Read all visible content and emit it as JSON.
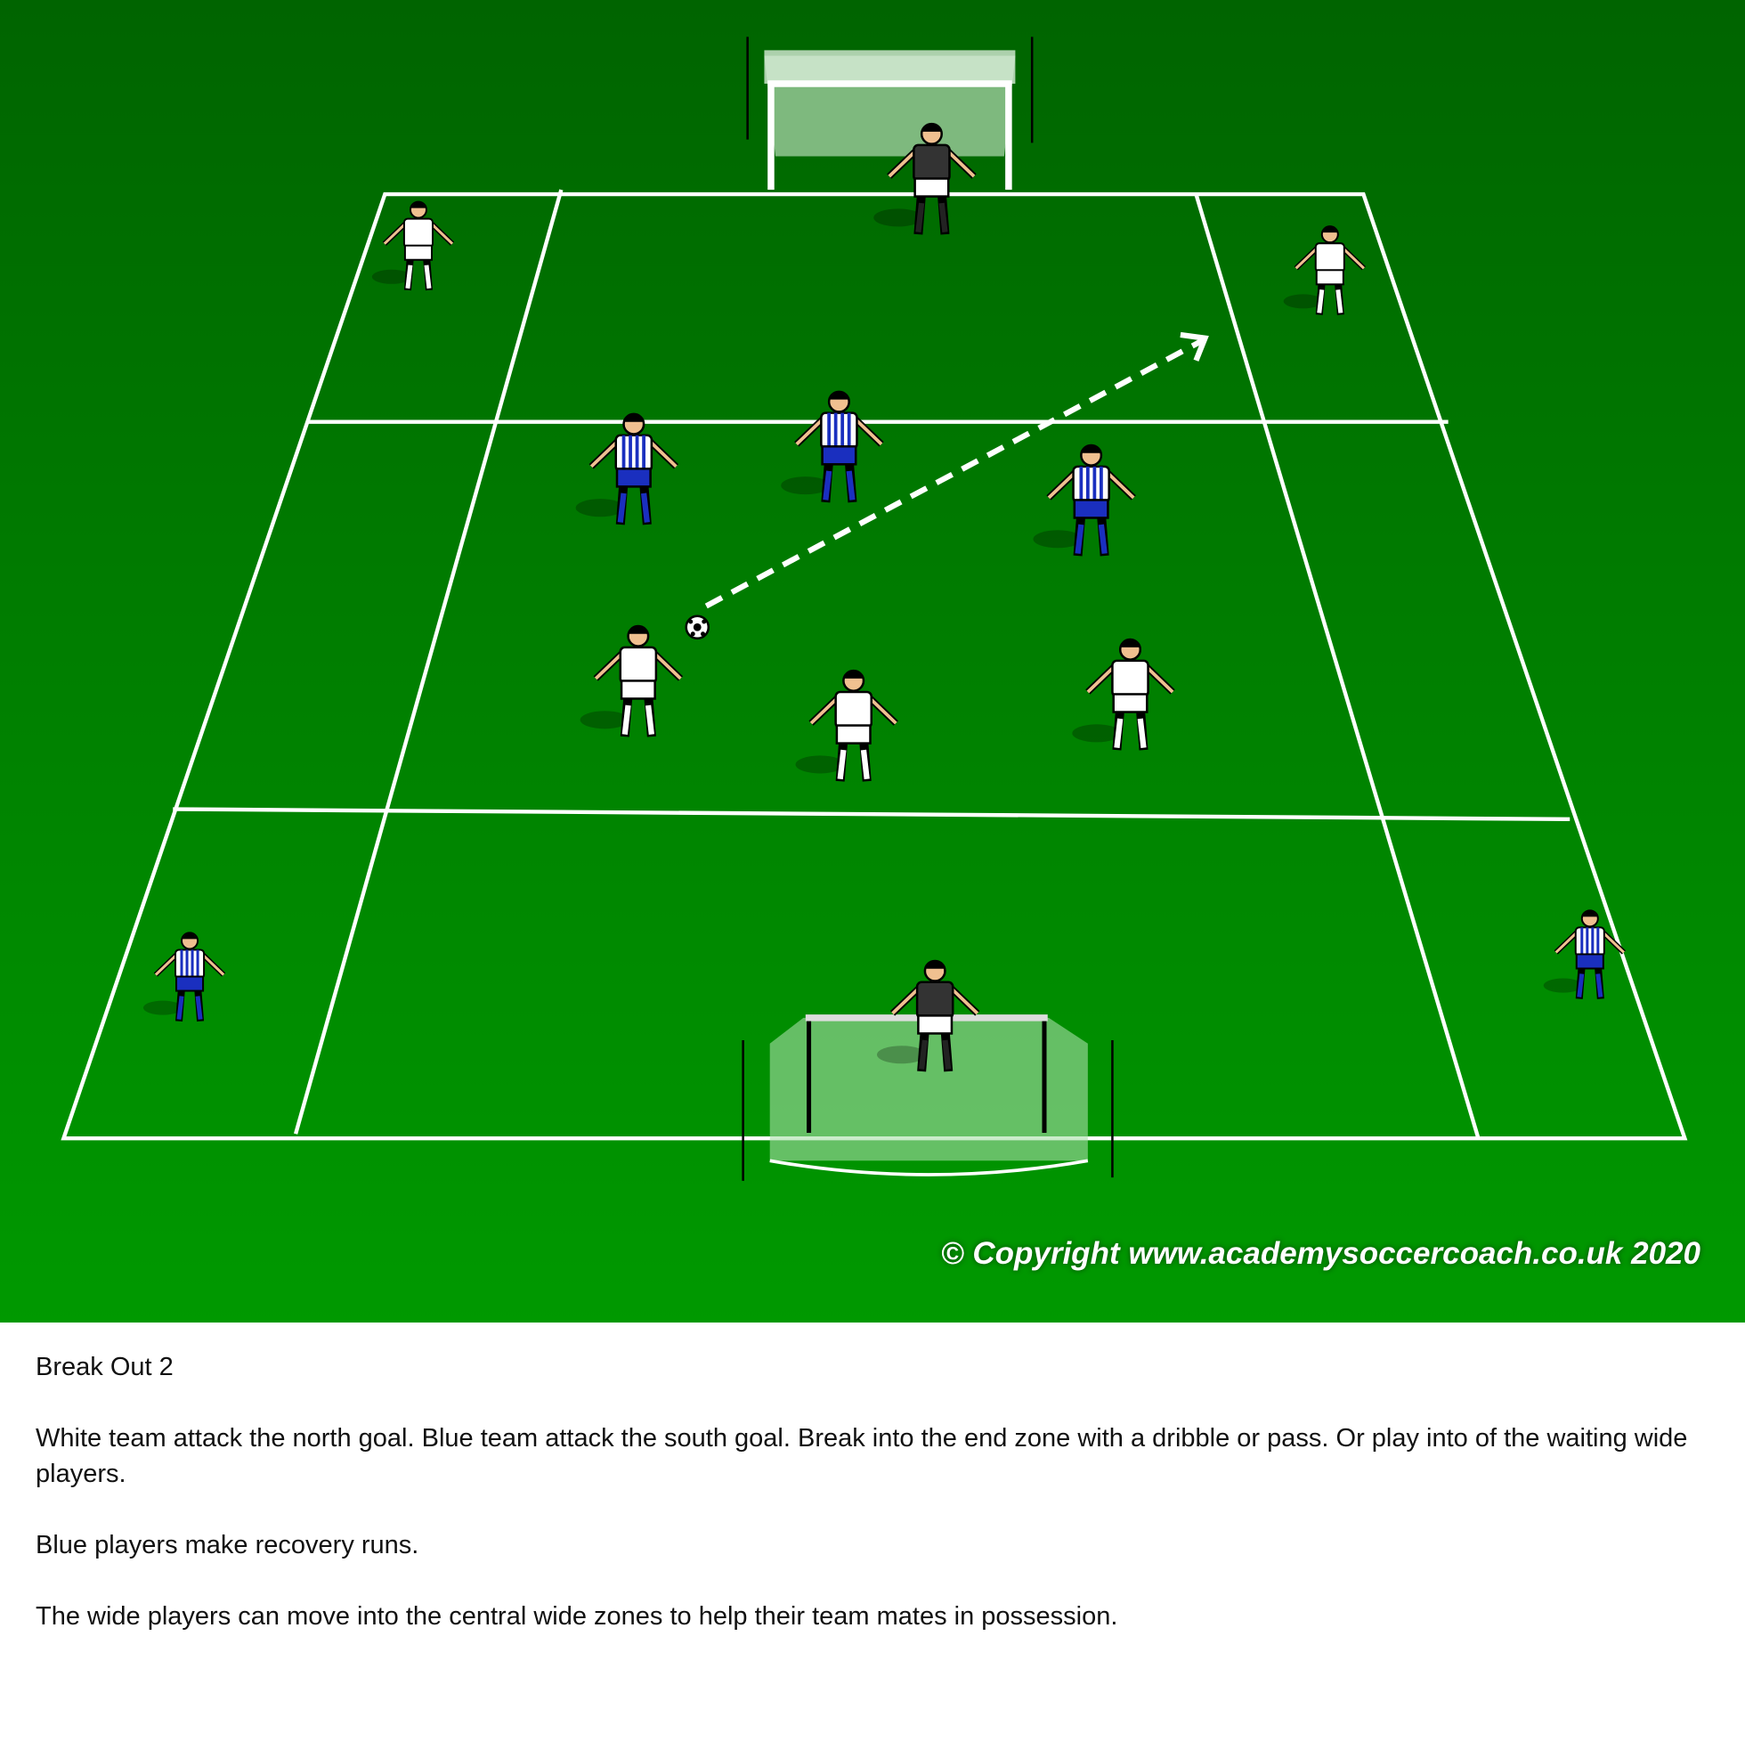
{
  "diagram": {
    "copyright": "© Copyright www.academysoccercoach.co.uk 2020",
    "colors": {
      "pitch_top": "#006400",
      "pitch_bottom": "#009900",
      "line": "#ffffff",
      "blue_team": "#1a2fbf",
      "white_team": "#ffffff",
      "goalkeeper": "#333333"
    }
  },
  "description": {
    "title": "Break Out 2",
    "paragraphs": [
      "White team attack the north goal. Blue team attack the south goal. Break into the end zone with a dribble or pass. Or play into of the waiting wide players.",
      "Blue players make recovery runs.",
      "The wide players can move into the central wide zones to help their team mates in possession."
    ]
  }
}
